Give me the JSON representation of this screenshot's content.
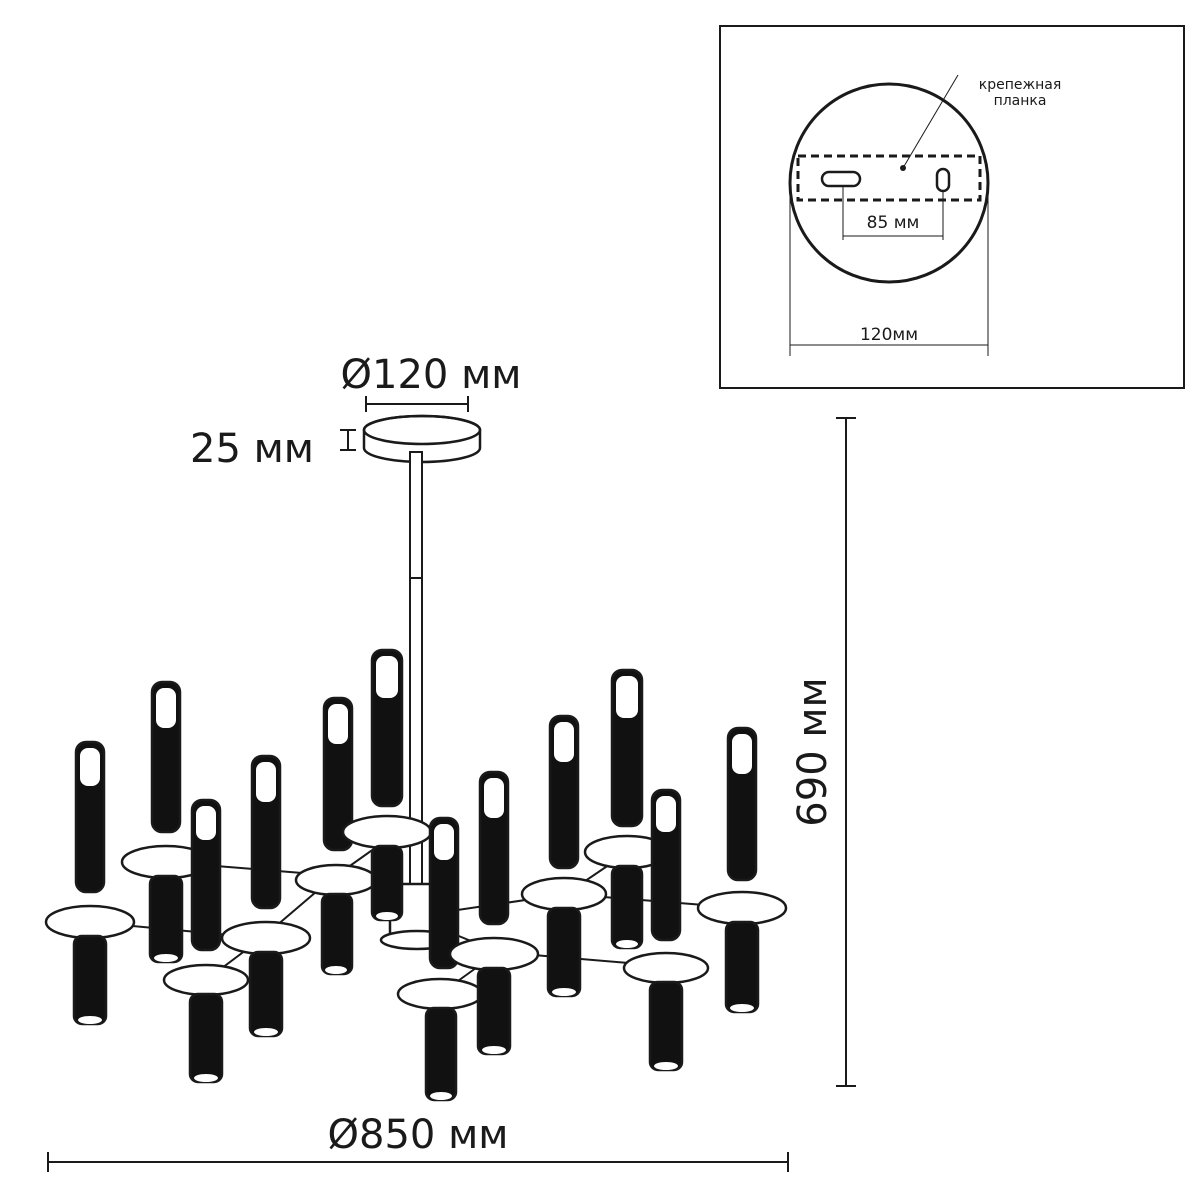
{
  "dimensions": {
    "canopy_diameter": "Ø120 мм",
    "canopy_height": "25 мм",
    "overall_height": "690 мм",
    "overall_diameter": "Ø850 мм"
  },
  "inset": {
    "mount_label_line1": "крепежная",
    "mount_label_line2": "планка",
    "hole_spacing": "85 мм",
    "plate_width": "120мм"
  },
  "colors": {
    "ink": "#1a1a1a",
    "paper": "#ffffff"
  }
}
